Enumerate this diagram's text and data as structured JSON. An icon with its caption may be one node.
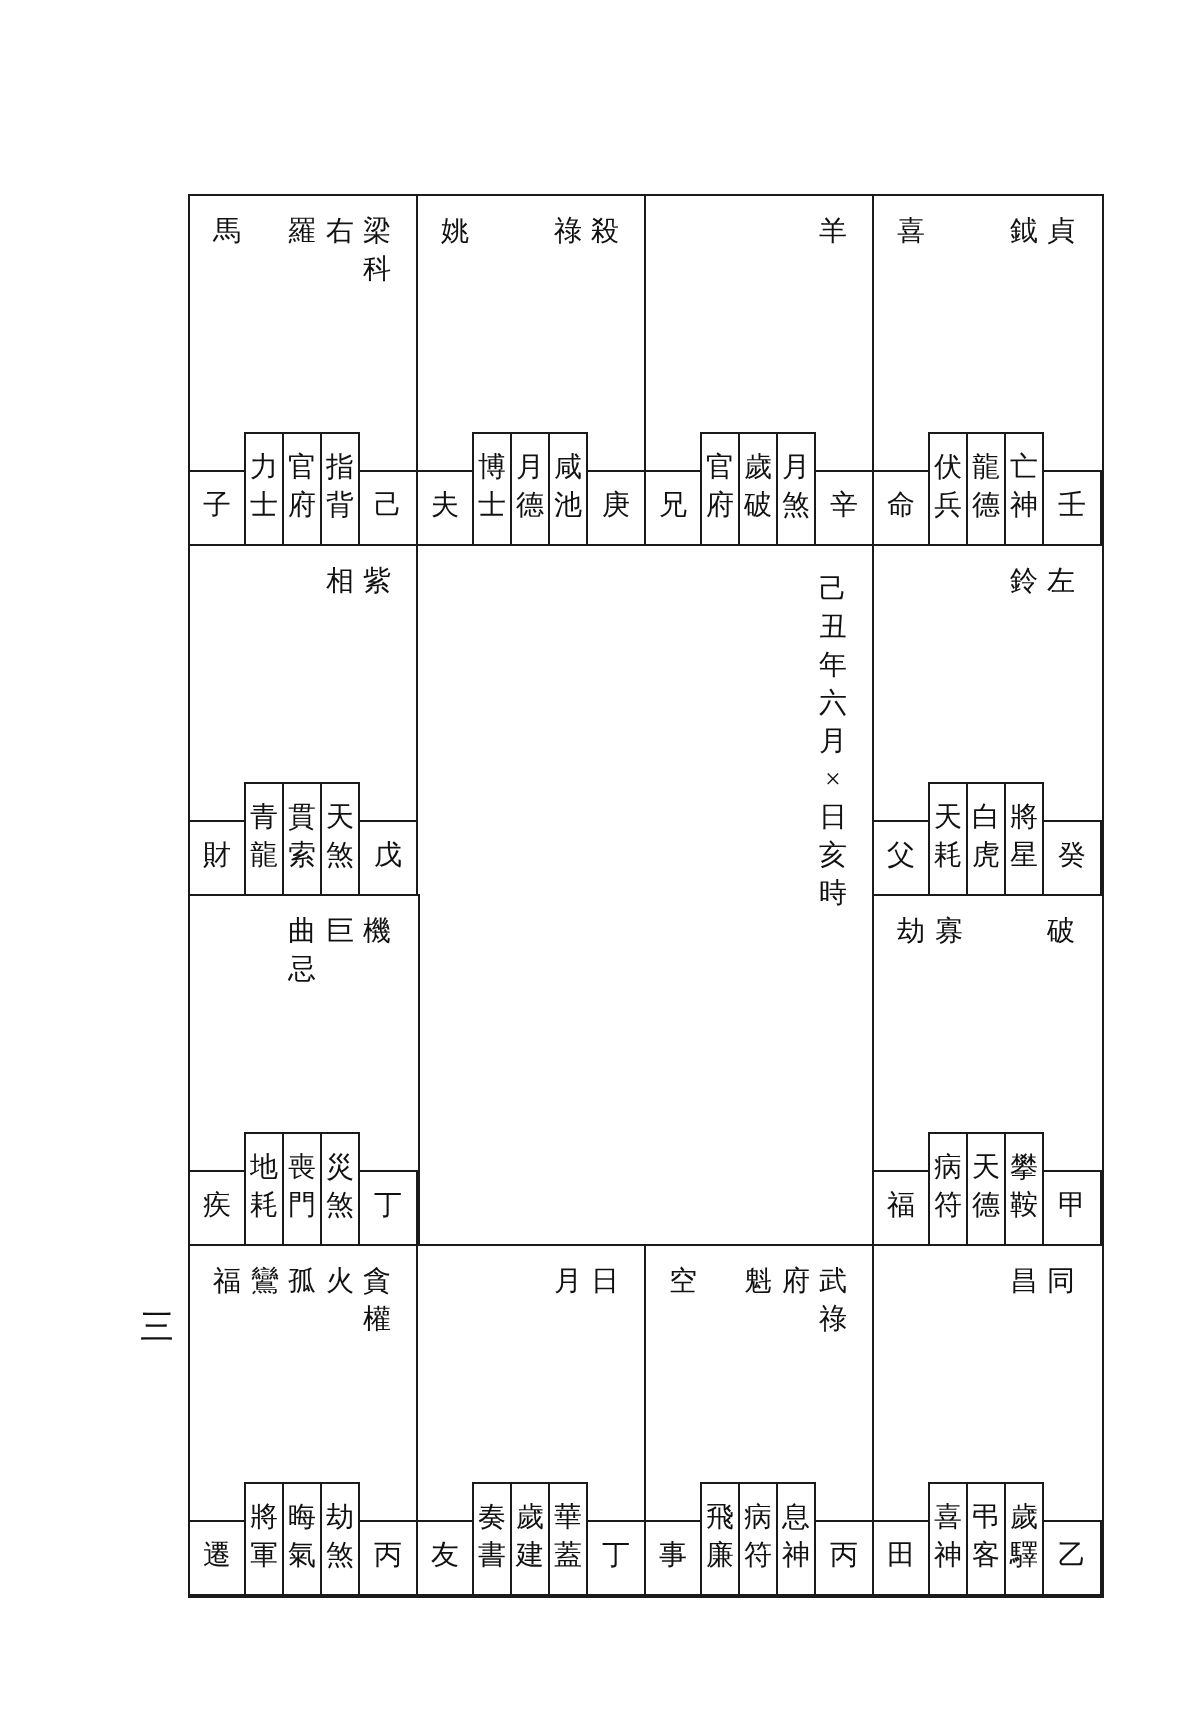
{
  "diagram": {
    "nodes": [
      {
        "text": [
          "馬",
          "羅",
          "右",
          "梁科"
        ]
      },
      {
        "text": [
          "子"
        ],
        "in": 0
      },
      {
        "text": [
          "力士"
        ],
        "in": 0
      },
      {
        "text": [
          "官府"
        ],
        "in": 0
      },
      {
        "text": [
          "指背"
        ],
        "in": 0
      },
      {
        "text": [
          "己"
        ],
        "in": 0
      },
      {
        "text": [
          "姚",
          "祿",
          "殺"
        ]
      },
      {
        "text": [
          "夫"
        ],
        "in": 6
      },
      {
        "text": [
          "博士"
        ],
        "in": 6
      },
      {
        "text": [
          "月德"
        ],
        "in": 6
      },
      {
        "text": [
          "咸池"
        ],
        "in": 6
      },
      {
        "text": [
          "庚"
        ],
        "in": 6
      },
      {
        "text": [
          "羊"
        ]
      },
      {
        "text": [
          "兄"
        ],
        "in": 12
      },
      {
        "text": [
          "官府"
        ],
        "in": 12
      },
      {
        "text": [
          "歲破"
        ],
        "in": 12
      },
      {
        "text": [
          "月煞"
        ],
        "in": 12
      },
      {
        "text": [
          "辛"
        ],
        "in": 12
      },
      {
        "text": [
          "喜",
          "鉞",
          "貞"
        ]
      },
      {
        "text": [
          "命"
        ],
        "in": 18
      },
      {
        "text": [
          "伏兵"
        ],
        "in": 18
      },
      {
        "text": [
          "龍德"
        ],
        "in": 18
      },
      {
        "text": [
          "亡神"
        ],
        "in": 18
      },
      {
        "text": [
          "壬"
        ],
        "in": 18
      },
      {
        "text": [
          "相",
          "紫"
        ]
      },
      {
        "text": [
          "財"
        ],
        "in": 24
      },
      {
        "text": [
          "青龍"
        ],
        "in": 24
      },
      {
        "text": [
          "貫索"
        ],
        "in": 24
      },
      {
        "text": [
          "天煞"
        ],
        "in": 24
      },
      {
        "text": [
          "戊"
        ],
        "in": 24
      },
      {
        "text": [
          "己丑年六月×日亥時"
        ]
      },
      {
        "text": [
          "鈴",
          "左"
        ]
      },
      {
        "text": [
          "父"
        ],
        "in": 31
      },
      {
        "text": [
          "天耗"
        ],
        "in": 31
      },
      {
        "text": [
          "白虎"
        ],
        "in": 31
      },
      {
        "text": [
          "將星"
        ],
        "in": 31
      },
      {
        "text": [
          "癸"
        ],
        "in": 31
      },
      {
        "text": [
          "曲忌",
          "巨",
          "機"
        ]
      },
      {
        "text": [
          "疾"
        ],
        "in": 37
      },
      {
        "text": [
          "地耗"
        ],
        "in": 37
      },
      {
        "text": [
          "喪門"
        ],
        "in": 37
      },
      {
        "text": [
          "災煞"
        ],
        "in": 37
      },
      {
        "text": [
          "丁"
        ],
        "in": 37
      },
      {
        "text": [
          "劫",
          "寡",
          "破"
        ]
      },
      {
        "text": [
          "福"
        ],
        "in": 43
      },
      {
        "text": [
          "病符"
        ],
        "in": 43
      },
      {
        "text": [
          "天德"
        ],
        "in": 43
      },
      {
        "text": [
          "攀鞍"
        ],
        "in": 43
      },
      {
        "text": [
          "甲"
        ],
        "in": 43
      },
      {
        "text": [
          "福",
          "鸞",
          "孤",
          "火",
          "貪權"
        ]
      },
      {
        "text": [
          "遷"
        ],
        "in": 49
      },
      {
        "text": [
          "將軍"
        ],
        "in": 49
      },
      {
        "text": [
          "晦氣"
        ],
        "in": 49
      },
      {
        "text": [
          "劫煞"
        ],
        "in": 49
      },
      {
        "text": [
          "丙"
        ],
        "in": 49
      },
      {
        "text": [
          "月",
          "日"
        ]
      },
      {
        "text": [
          "友"
        ],
        "in": 55
      },
      {
        "text": [
          "奏書"
        ],
        "in": 55
      },
      {
        "text": [
          "歲建"
        ],
        "in": 55
      },
      {
        "text": [
          "華蓋"
        ],
        "in": 55
      },
      {
        "text": [
          "丁"
        ],
        "in": 55
      },
      {
        "text": [
          "空",
          "魁",
          "府",
          "武祿"
        ]
      },
      {
        "text": [
          "事"
        ],
        "in": 61
      },
      {
        "text": [
          "飛廉"
        ],
        "in": 61
      },
      {
        "text": [
          "病符"
        ],
        "in": 61
      },
      {
        "text": [
          "息神"
        ],
        "in": 61
      },
      {
        "text": [
          "丙"
        ],
        "in": 61
      },
      {
        "text": [
          "昌",
          "同"
        ]
      },
      {
        "text": [
          "田"
        ],
        "in": 67
      },
      {
        "text": [
          "喜神"
        ],
        "in": 67
      },
      {
        "text": [
          "弔客"
        ],
        "in": 67
      },
      {
        "text": [
          "歲驛"
        ],
        "in": 67
      },
      {
        "text": [
          "乙"
        ],
        "in": 67
      }
    ],
    "labels": [
      "三"
    ]
  }
}
